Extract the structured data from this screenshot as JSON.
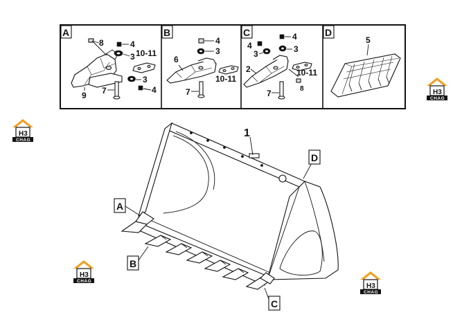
{
  "panels": [
    {
      "letter": "A",
      "labels": {
        "p8": "8",
        "p4a": "4",
        "p3a": "3",
        "p1011": "10-11",
        "p3b": "3",
        "p4b": "4",
        "p7": "7",
        "p9": "9"
      }
    },
    {
      "letter": "B",
      "labels": {
        "p4": "4",
        "p3": "3",
        "p6": "6",
        "p1011": "10-11",
        "p7": "7"
      }
    },
    {
      "letter": "C",
      "labels": {
        "p4a": "4",
        "p4b": "4",
        "p3a": "3",
        "p3b": "3",
        "p2": "2",
        "p1011": "10-11",
        "p8": "8",
        "p7": "7"
      }
    },
    {
      "letter": "D",
      "labels": {
        "p5": "5"
      }
    }
  ],
  "main": {
    "label_1": "1",
    "callout_d": "D",
    "callout_a": "A",
    "callout_b": "B",
    "callout_c": "C"
  },
  "logos": [
    {
      "position": "right-upper",
      "letters": "H3",
      "text": "CHAG"
    },
    {
      "position": "left-upper",
      "letters": "H3",
      "text": "CHAG"
    },
    {
      "position": "left-lower",
      "letters": "H3",
      "text": "CHAG"
    },
    {
      "position": "right-lower",
      "letters": "H3",
      "text": "CHAG"
    }
  ],
  "colors": {
    "logo_roof": "#f0a020",
    "ink": "#111111"
  }
}
